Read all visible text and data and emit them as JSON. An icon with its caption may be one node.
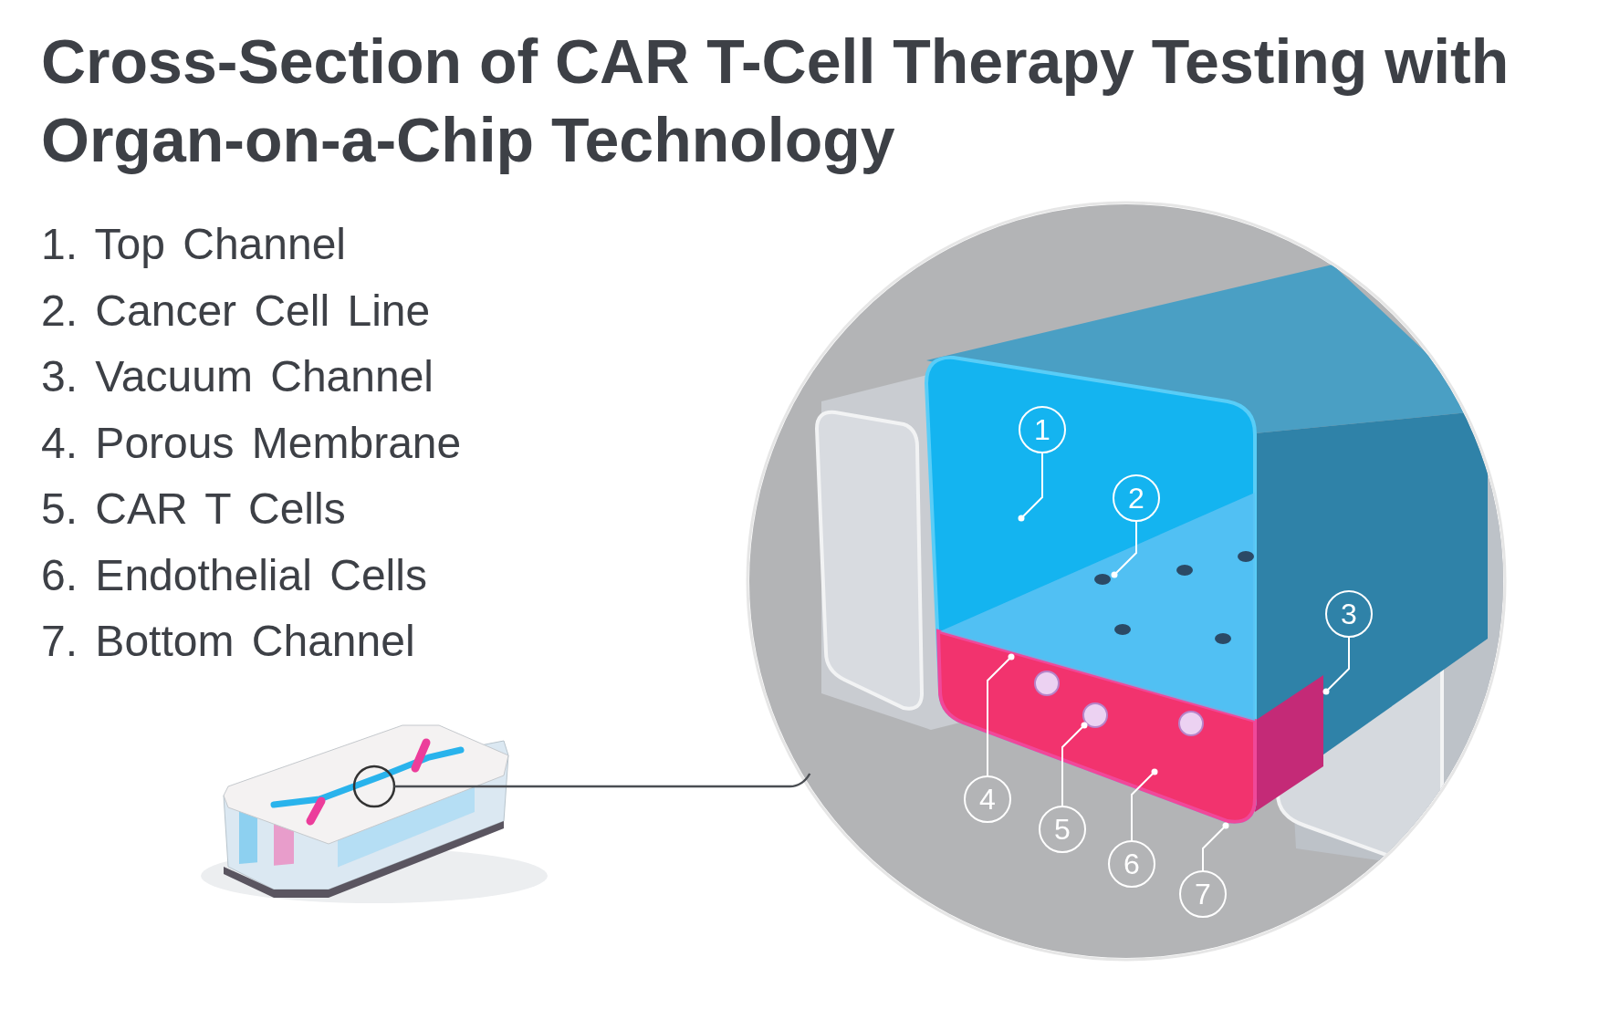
{
  "diagram": {
    "title": "Cross-Section of CAR T-Cell Therapy Testing with Organ-on-a-Chip Technology",
    "nodes": [
      {
        "text": [],
        "shape": "picture"
      },
      {
        "text": [],
        "shape": "picture"
      },
      {
        "text": [
          "1"
        ],
        "in": 1
      },
      {
        "text": [
          "2"
        ],
        "in": 1
      },
      {
        "text": [
          "3"
        ],
        "in": 1
      },
      {
        "text": [
          "4"
        ],
        "in": 1
      },
      {
        "text": [
          "5"
        ],
        "in": 1
      },
      {
        "text": [
          "6"
        ],
        "in": 1
      },
      {
        "text": [
          "7"
        ],
        "in": 1
      }
    ],
    "edges": [
      {
        "from": 0,
        "to": 1,
        "arrow": "none",
        "color": "#4a4d52"
      },
      {
        "from": 2,
        "to": null,
        "arrow": "other"
      },
      {
        "from": 3,
        "to": null,
        "arrow": "other"
      },
      {
        "from": 4,
        "to": null,
        "arrow": "other"
      },
      {
        "from": 5,
        "to": null,
        "arrow": "other"
      },
      {
        "from": 6,
        "to": null,
        "arrow": "other"
      },
      {
        "from": 7,
        "to": null,
        "arrow": "other"
      },
      {
        "from": 8,
        "to": null,
        "arrow": "other"
      }
    ],
    "labels": [
      "1. Top Channel",
      "2. Cancer Cell Line",
      "3. Vacuum Channel",
      "4. Porous Membrane",
      "5. CAR T Cells",
      "6. Endothelial Cells",
      "7. Bottom Channel"
    ]
  }
}
